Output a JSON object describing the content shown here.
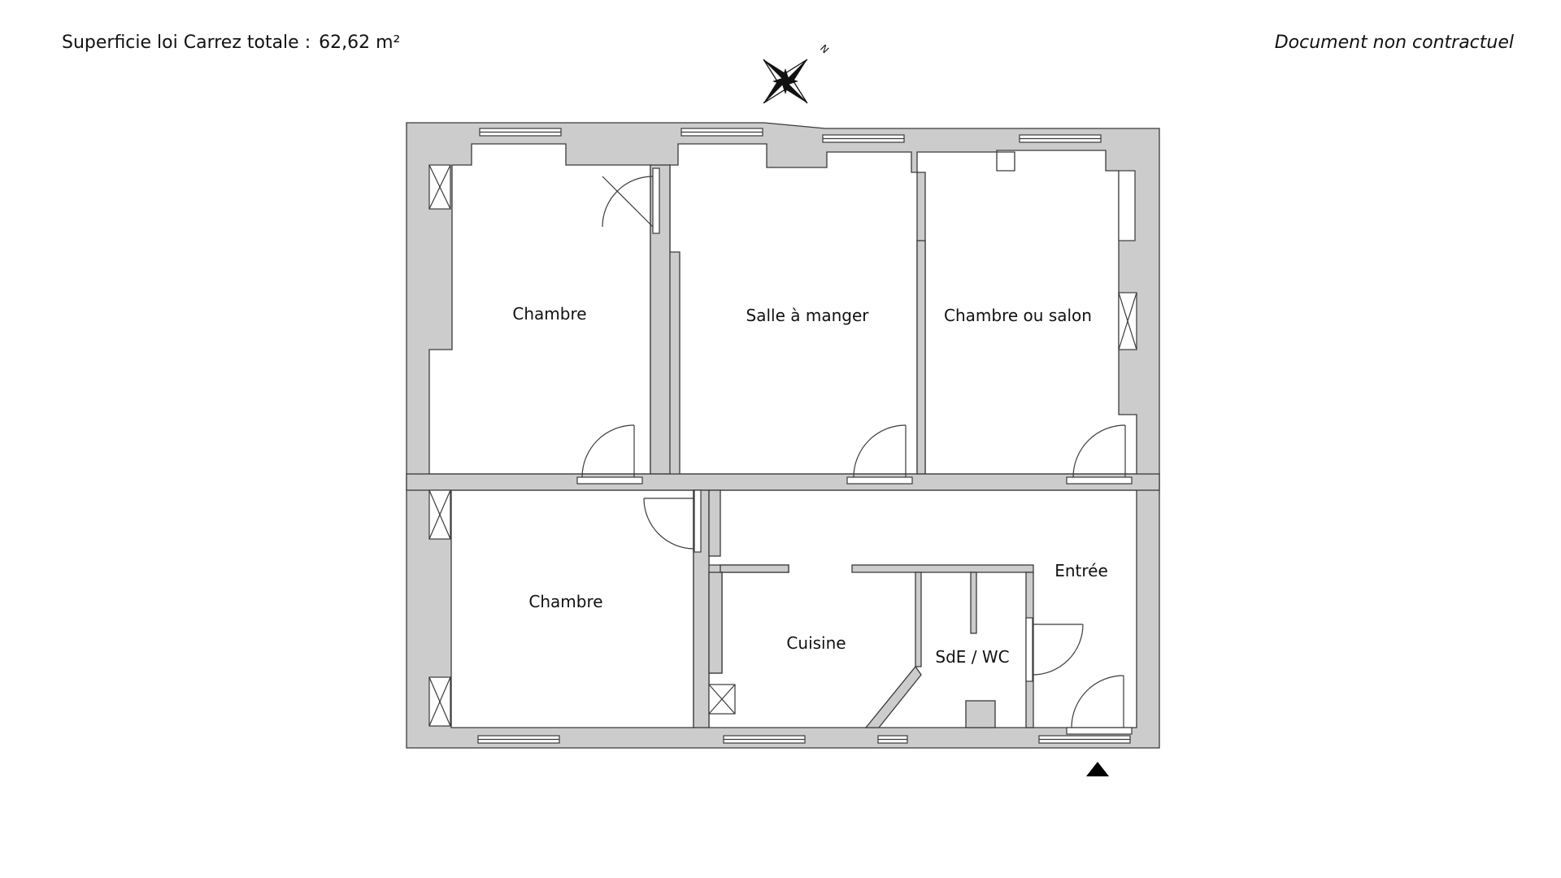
{
  "header": {
    "area_label": "Superficie loi Carrez totale :",
    "area_value": "62,62 m²",
    "disclaimer": "Document non contractuel"
  },
  "compass": {
    "north_label": "N",
    "icon": "compass-rose-icon"
  },
  "rooms": [
    {
      "id": "chambre-1",
      "label": "Chambre"
    },
    {
      "id": "salle-a-manger",
      "label": "Salle à manger"
    },
    {
      "id": "chambre-salon",
      "label": "Chambre ou salon"
    },
    {
      "id": "chambre-2",
      "label": "Chambre"
    },
    {
      "id": "cuisine",
      "label": "Cuisine"
    },
    {
      "id": "sde-wc",
      "label": "SdE / WC"
    },
    {
      "id": "entree",
      "label": "Entrée"
    }
  ],
  "entrance_marker": {
    "icon": "entrance-arrow-icon"
  },
  "colors": {
    "wall": "#cccccc",
    "stroke": "#3a3a3a",
    "background": "#ffffff"
  }
}
